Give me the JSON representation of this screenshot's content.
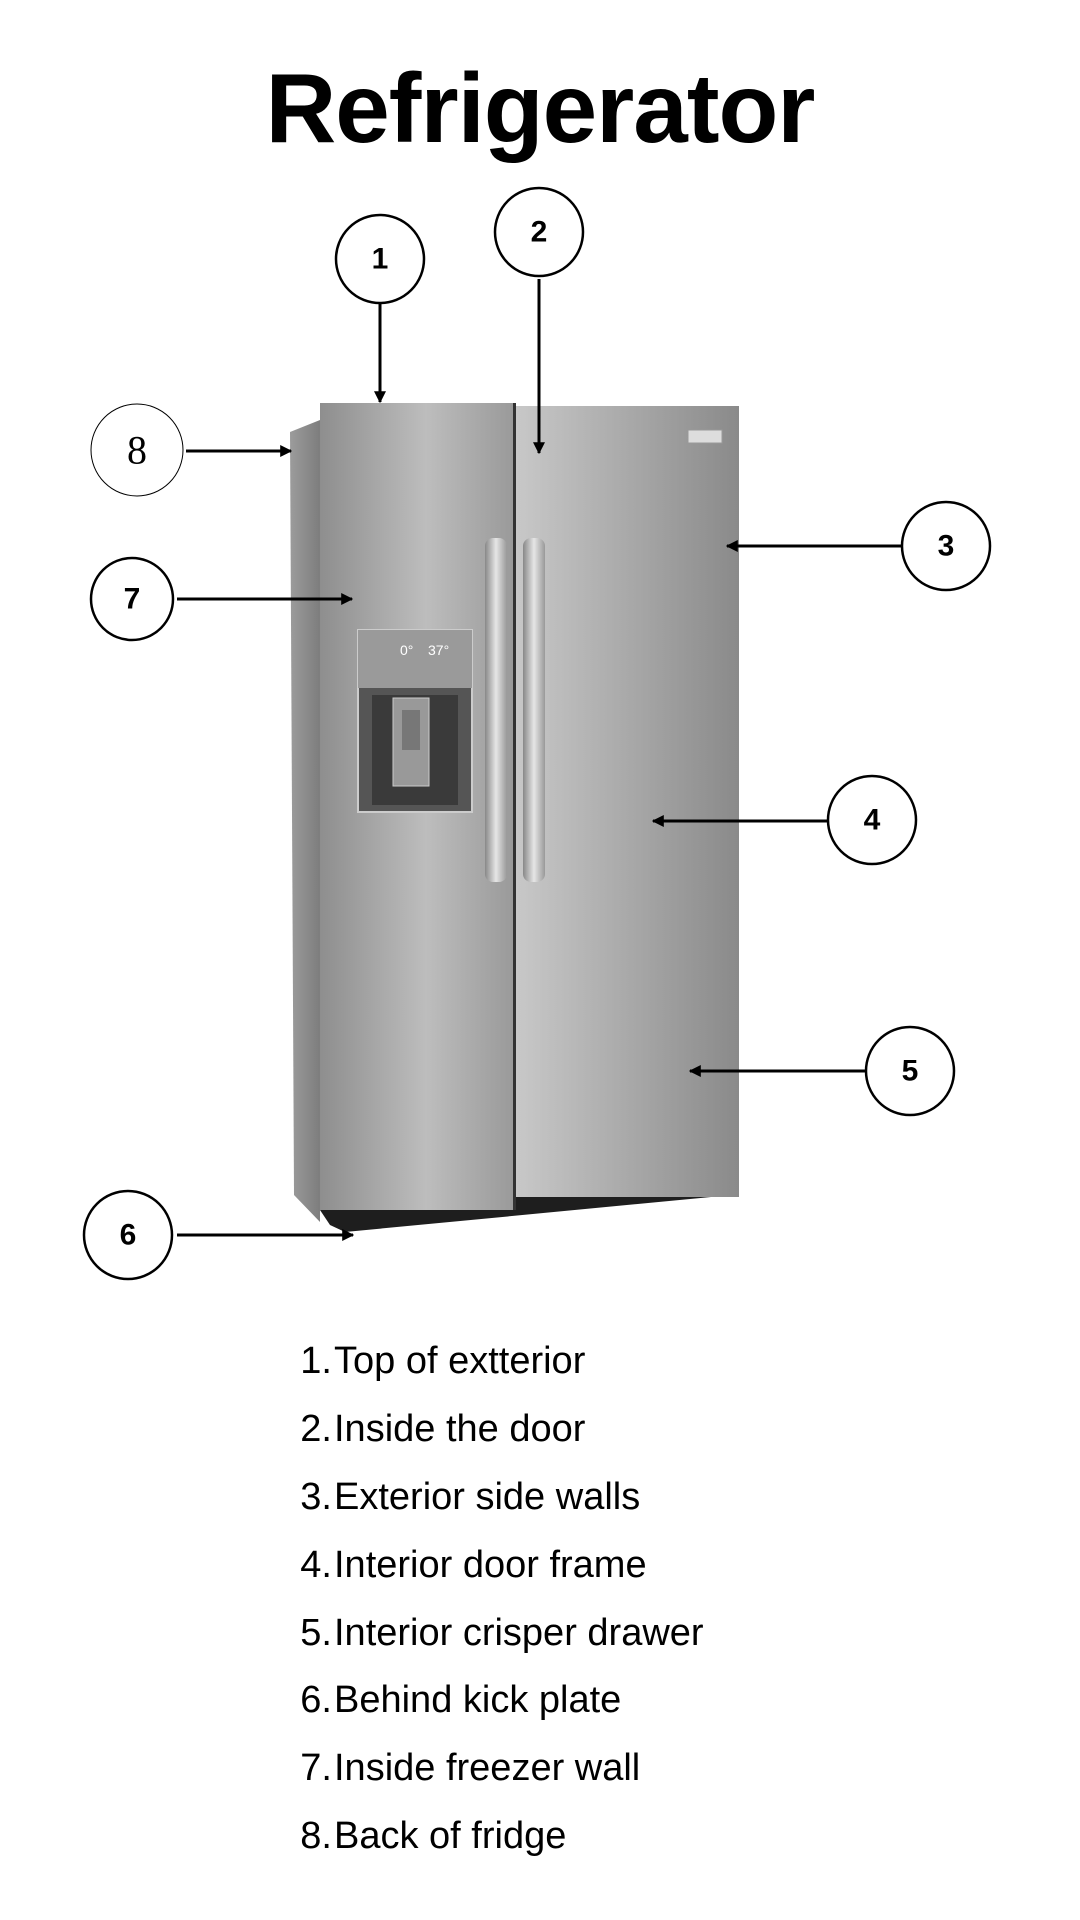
{
  "title": "Refrigerator",
  "callouts": [
    {
      "number": "1",
      "label": "Top of extterior"
    },
    {
      "number": "2",
      "label": "Inside the door"
    },
    {
      "number": "3",
      "label": "Exterior side walls"
    },
    {
      "number": "4",
      "label": "Interior door frame"
    },
    {
      "number": "5",
      "label": "Interior crisper drawer"
    },
    {
      "number": "6",
      "label": "Behind kick plate"
    },
    {
      "number": "7",
      "label": "Inside freezer wall"
    },
    {
      "number": "8",
      "label": "Back of fridge"
    }
  ],
  "legend_numbers": [
    "1.",
    "2.",
    "3.",
    "4.",
    "5.",
    "6.",
    "7.",
    "8."
  ],
  "display": {
    "left": "0°",
    "right": "37°"
  }
}
